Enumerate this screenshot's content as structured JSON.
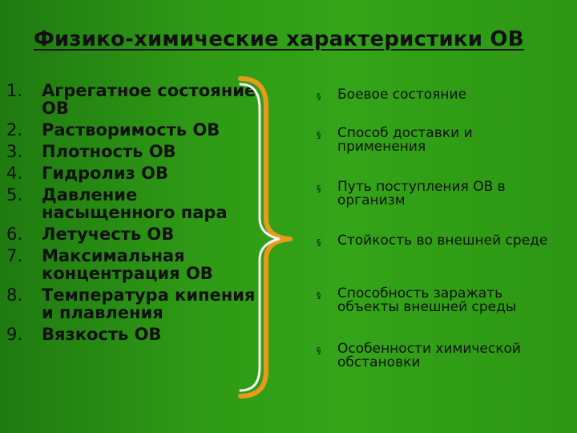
{
  "slide": {
    "title": "Физико-химические характеристики ОВ",
    "left_items": [
      {
        "num": "1.",
        "text": "Агрегатное состояние ОВ"
      },
      {
        "num": "2.",
        "text": "Растворимость ОВ"
      },
      {
        "num": "3.",
        "text": "Плотность ОВ"
      },
      {
        "num": "4.",
        "text": "Гидролиз ОВ"
      },
      {
        "num": "5.",
        "text": "Давление насыщенного пара"
      },
      {
        "num": "6.",
        "text": "Летучесть ОВ"
      },
      {
        "num": "7.",
        "text": "Максимальная концентрация ОВ"
      },
      {
        "num": "8.",
        "text": "Температура кипения и плавления"
      },
      {
        "num": "9.",
        "text": "Вязкость ОВ"
      }
    ],
    "right_items": [
      {
        "bullet": "§",
        "text": "Боевое состояние"
      },
      {
        "bullet": "§",
        "text": "Способ доставки и применения"
      },
      {
        "bullet": "§",
        "text": "Путь поступления ОВ в организм"
      },
      {
        "bullet": "§",
        "text": "Стойкость во внешней среде"
      },
      {
        "bullet": "§",
        "text": "Способность заражать объекты внешней среды"
      },
      {
        "bullet": "§",
        "text": "Особенности химической обстановки"
      }
    ],
    "colors": {
      "background": "#2f9a16",
      "text": "#111111",
      "brace_outer": "#e89a1e",
      "brace_inner": "#f4f4f4"
    }
  }
}
